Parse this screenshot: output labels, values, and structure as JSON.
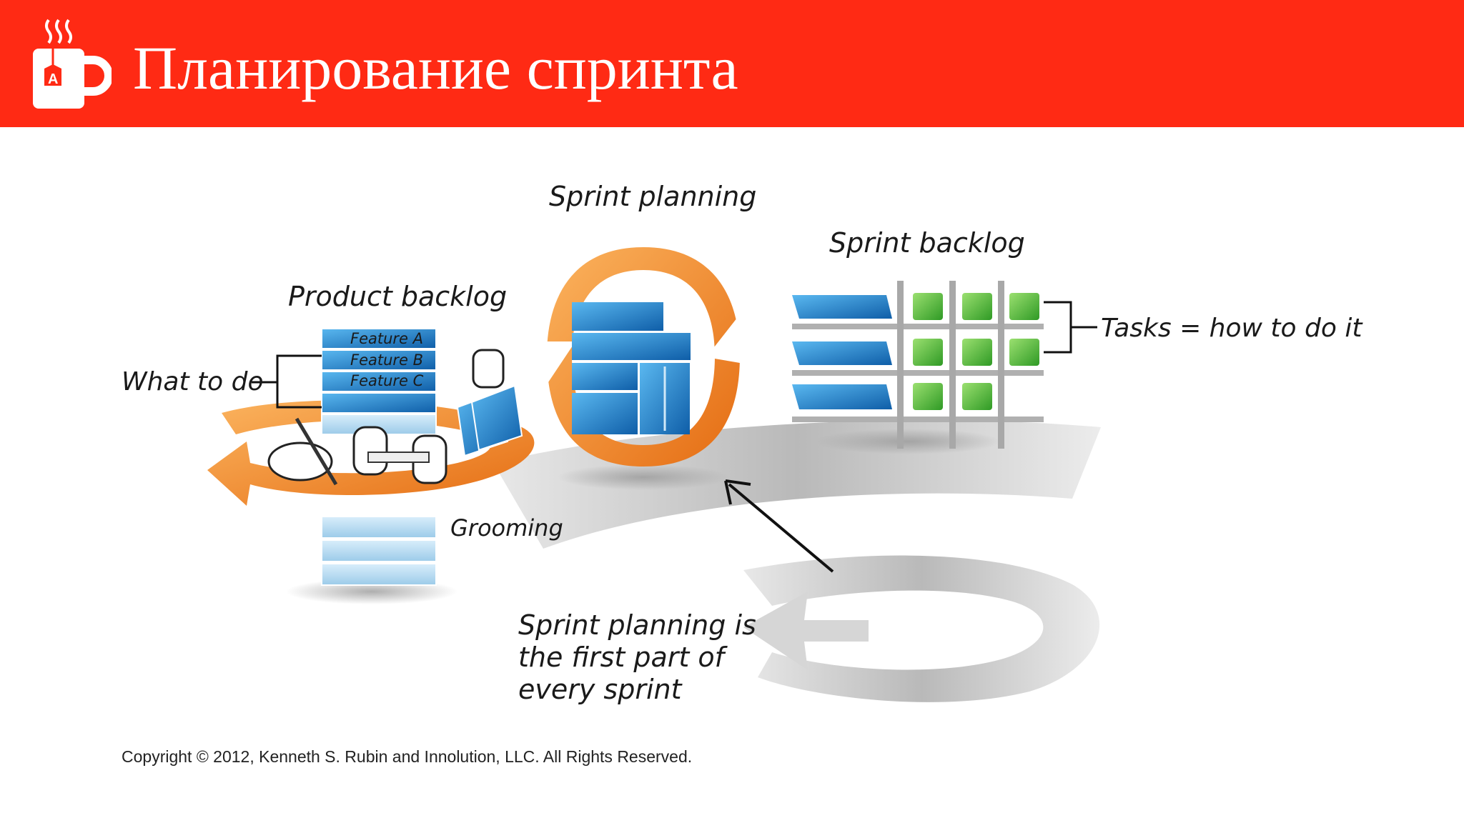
{
  "header": {
    "title": "Планирование спринта",
    "background_color": "#ff2a14",
    "logo_icon": "coffee-mug-icon"
  },
  "diagram": {
    "labels": {
      "sprint_planning": "Sprint planning",
      "sprint_backlog": "Sprint backlog",
      "product_backlog": "Product backlog",
      "what_to_do": "What to do",
      "tasks": "Tasks = how to do it",
      "grooming": "Grooming",
      "note_line1": "Sprint planning is",
      "note_line2": "the first part of",
      "note_line3": "every sprint"
    },
    "features": [
      "Feature A",
      "Feature B",
      "Feature C"
    ],
    "colors": {
      "orange": "#f58a2a",
      "blue": "#1e7fc8",
      "green": "#55b83a",
      "gray": "#c8c8c8"
    }
  },
  "footer": {
    "copyright": "Copyright © 2012, Kenneth S. Rubin and Innolution, LLC. All Rights Reserved."
  }
}
